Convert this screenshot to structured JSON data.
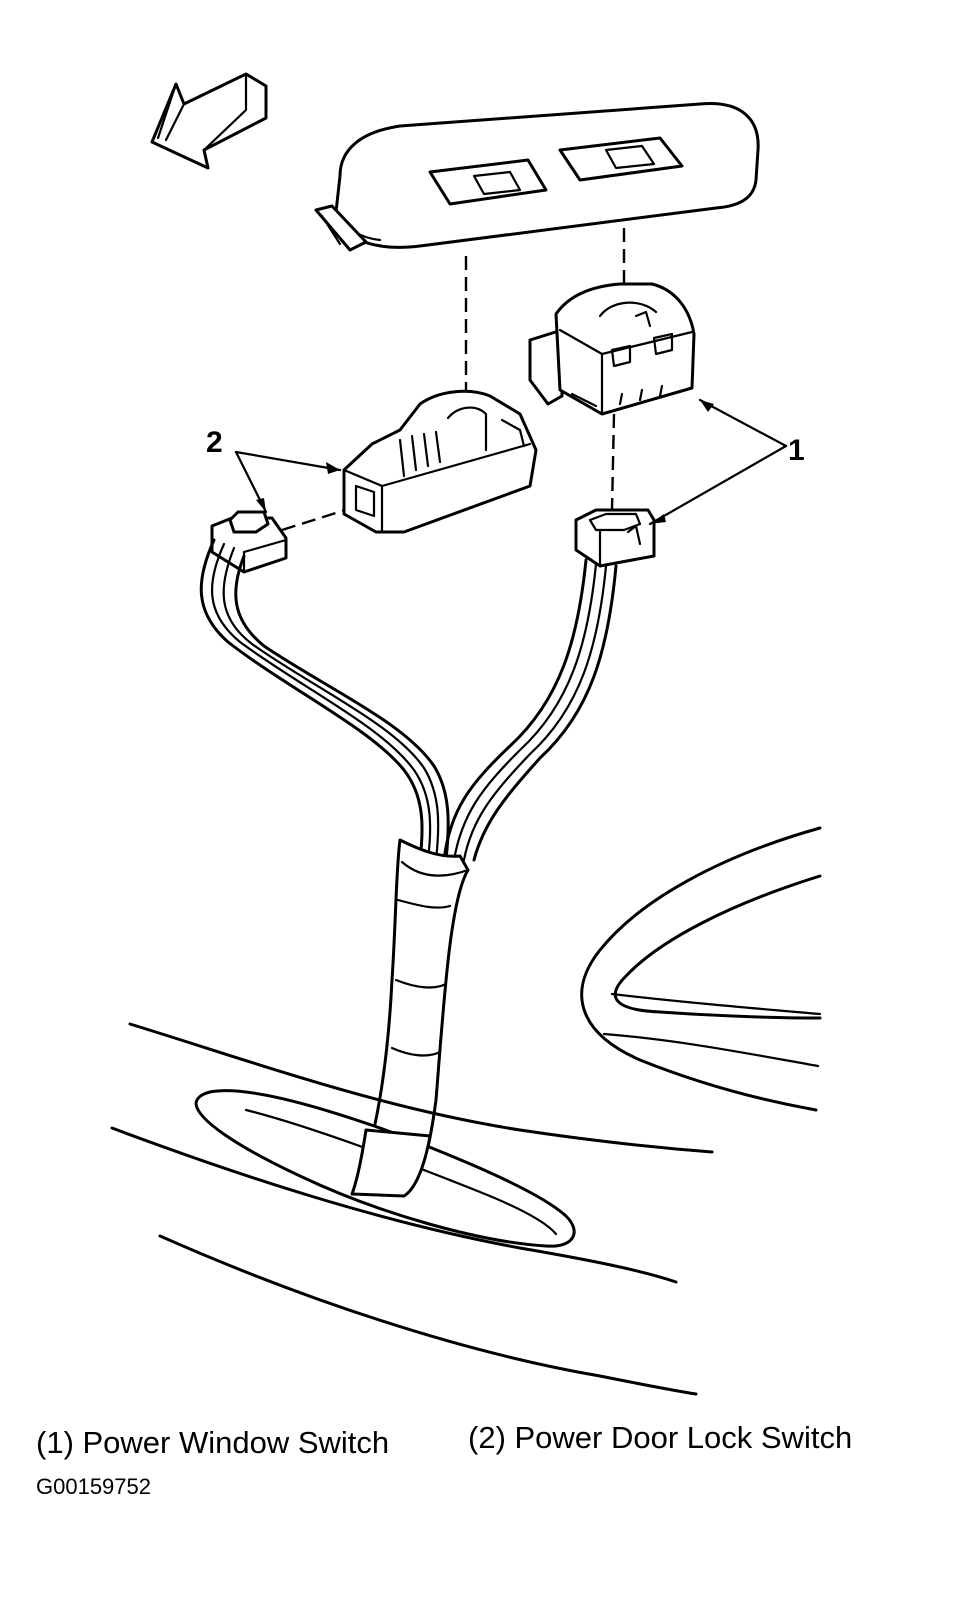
{
  "callouts": {
    "c1": "1",
    "c2": "2"
  },
  "legend": {
    "item1": "(1)  Power Window Switch",
    "item2": "(2)  Power Door Lock Switch"
  },
  "figure_id": "G00159752",
  "icons": {
    "arrow": "direction-arrow-icon"
  }
}
